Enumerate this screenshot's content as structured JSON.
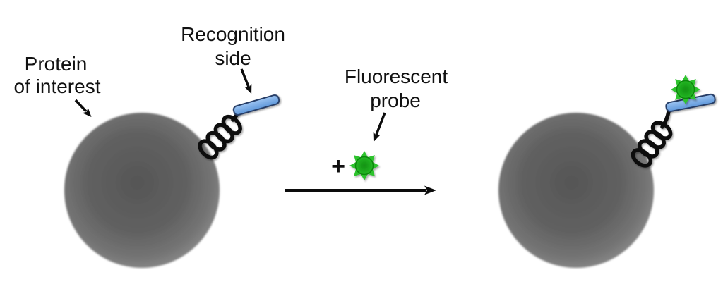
{
  "labels": {
    "protein": {
      "line1": "Protein",
      "line2": "of interest"
    },
    "recognition": {
      "line1": "Recognition",
      "line2": "side"
    },
    "fluorescent": {
      "line1": "Fluorescent",
      "line2": "probe"
    },
    "plus": "+"
  },
  "icons": {
    "protein_sphere": "gray-gradient-sphere",
    "linker_coil": "black-spring-coil",
    "recognition_tag": "blue-rounded-bar",
    "fluorescent_probe": "green-sunburst",
    "reaction_arrow": "right-arrow",
    "annotation_arrow": "pointer-arrow"
  },
  "colors": {
    "background": "#ffffff",
    "text": "#111111",
    "arrow": "#0c0c0c",
    "sphere_center": "#565656",
    "sphere_edge": "#949494",
    "coil": "#0c0c0c",
    "tag_fill_light": "#9cc4f2",
    "tag_fill_dark": "#5e97da",
    "tag_border": "#263d66",
    "probe_ray": "#2fc32f",
    "probe_core_inner": "#149114",
    "probe_core_outer": "#28bd28",
    "probe_border": "#0e870e"
  }
}
